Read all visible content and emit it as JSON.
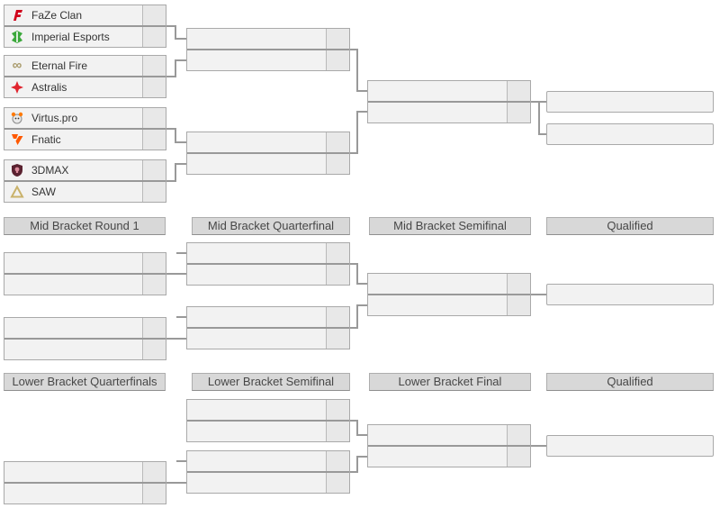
{
  "sections": {
    "upper": {
      "matches": [
        {
          "team1": {
            "name": "FaZe Clan",
            "logo": "faze-logo"
          },
          "team2": {
            "name": "Imperial Esports",
            "logo": "imperial-logo"
          },
          "score1": "",
          "score2": ""
        },
        {
          "team1": {
            "name": "Eternal Fire",
            "logo": "eternal-fire-logo"
          },
          "team2": {
            "name": "Astralis",
            "logo": "astralis-logo"
          },
          "score1": "",
          "score2": ""
        },
        {
          "team1": {
            "name": "Virtus.pro",
            "logo": "virtus-pro-logo"
          },
          "team2": {
            "name": "Fnatic",
            "logo": "fnatic-logo"
          },
          "score1": "",
          "score2": ""
        },
        {
          "team1": {
            "name": "3DMAX",
            "logo": "3dmax-logo"
          },
          "team2": {
            "name": "SAW",
            "logo": "saw-logo"
          },
          "score1": "",
          "score2": ""
        }
      ]
    },
    "mid": {
      "headers": [
        "Mid Bracket Round 1",
        "Mid Bracket Quarterfinal",
        "Mid Bracket Semifinal",
        "Qualified"
      ]
    },
    "lower": {
      "headers": [
        "Lower Bracket Quarterfinals",
        "Lower Bracket Semifinal",
        "Lower Bracket Final",
        "Qualified"
      ]
    }
  },
  "logo_colors": {
    "faze": "#d0021b",
    "imperial": "#3aa83a",
    "imperial_slit": "#ffffff",
    "eternal_fire": "#a89a6a",
    "astralis": "#e0242e",
    "virtus_pro": "#ff7a00",
    "virtus_pro_face": "#e9e9e9",
    "fnatic": "#ff5900",
    "3dmax": "#5a2230",
    "3dmax_skull": "#d98a9a",
    "saw": "#c9b26b"
  },
  "ui_colors": {
    "row_bg": "#f2f2f2",
    "score_bg": "#e8e8e8",
    "box_border": "#a9a9a9",
    "divider": "#999999",
    "connector": "#999999",
    "header_bg": "#d8d8d8",
    "header_text": "#474747",
    "team_text": "#333333"
  }
}
